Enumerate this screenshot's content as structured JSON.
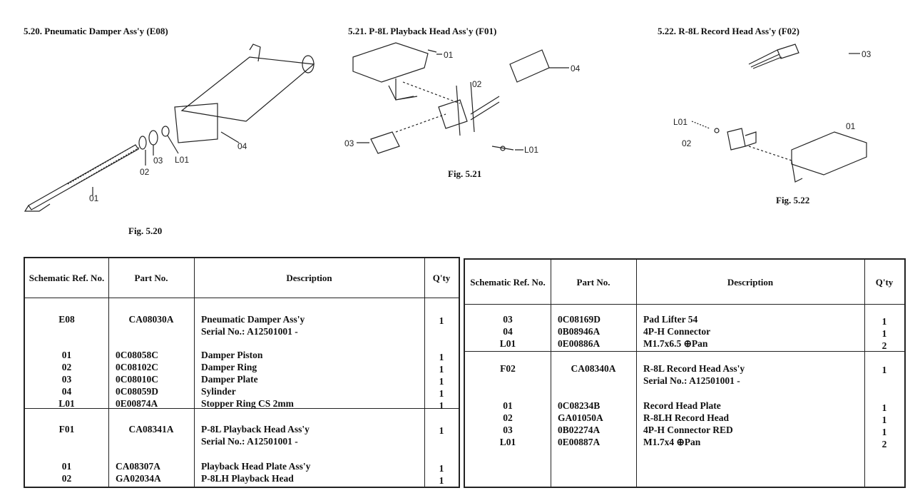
{
  "sections": [
    {
      "title": "5.20.  Pneumatic Damper Ass'y (E08)",
      "caption": "Fig. 5.20",
      "labels": [
        "01",
        "02",
        "03",
        "L01",
        "04"
      ]
    },
    {
      "title": "5.21.  P-8L Playback Head Ass'y (F01)",
      "caption": "Fig. 5.21",
      "labels": [
        "01",
        "02",
        "04",
        "03",
        "L01"
      ]
    },
    {
      "title": "5.22.  R-8L Record Head Ass'y (F02)",
      "caption": "Fig. 5.22",
      "labels": [
        "03",
        "L01",
        "01",
        "02"
      ]
    }
  ],
  "table_headers": {
    "ref": "Schematic Ref. No.",
    "part": "Part No.",
    "desc": "Description",
    "qty": "Q'ty"
  },
  "tables": [
    {
      "groups": [
        {
          "ref": "E08",
          "part": "CA08030A",
          "desc": "Pneumatic Damper Ass'y",
          "serial": "Serial No.: A12501001 -",
          "qty": "1",
          "items": [
            [
              "01",
              "0C08058C",
              "Damper Piston",
              "1"
            ],
            [
              "02",
              "0C08102C",
              "Damper Ring",
              "1"
            ],
            [
              "03",
              "0C08010C",
              "Damper Plate",
              "1"
            ],
            [
              "04",
              "0C08059D",
              "Sylinder",
              "1"
            ],
            [
              "L01",
              "0E00874A",
              "Stopper Ring CS 2mm",
              "1"
            ]
          ]
        },
        {
          "ref": "F01",
          "part": "CA08341A",
          "desc": "P-8L Playback Head Ass'y",
          "serial": "Serial No.: A12501001 -",
          "qty": "1",
          "items": [
            [
              "01",
              "CA08307A",
              "Playback Head Plate Ass'y",
              "1"
            ],
            [
              "02",
              "GA02034A",
              "P-8LH Playback Head",
              "1"
            ]
          ]
        }
      ]
    },
    {
      "groups": [
        {
          "items": [
            [
              "03",
              "0C08169D",
              "Pad Lifter 54",
              "1"
            ],
            [
              "04",
              "0B08946A",
              "4P-H Connector",
              "1"
            ],
            [
              "L01",
              "0E00886A",
              "M1.7x6.5 ⊕Pan",
              "2"
            ]
          ]
        },
        {
          "ref": "F02",
          "part": "CA08340A",
          "desc": "R-8L Record Head Ass'y",
          "serial": "Serial No.: A12501001 -",
          "qty": "1",
          "items": [
            [
              "01",
              "0C08234B",
              "Record Head Plate",
              "1"
            ],
            [
              "02",
              "GA01050A",
              "R-8LH Record Head",
              "1"
            ],
            [
              "03",
              "0B02274A",
              "4P-H Connector RED",
              "1"
            ],
            [
              "L01",
              "0E00887A",
              "M1.7x4 ⊕Pan",
              "2"
            ]
          ]
        }
      ]
    }
  ]
}
